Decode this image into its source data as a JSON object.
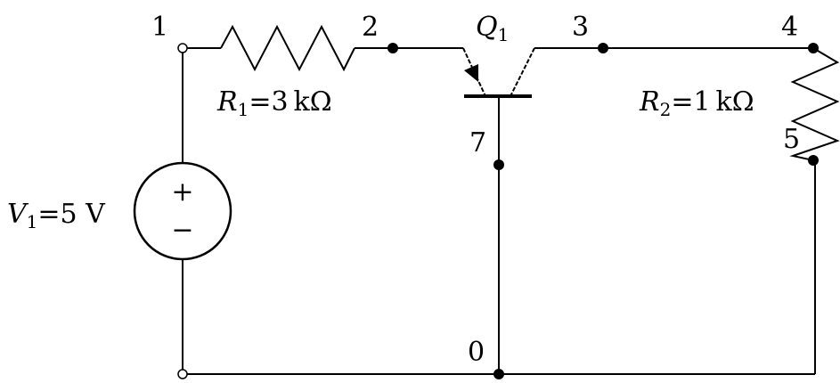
{
  "nodes": {
    "n0": "0",
    "n1": "1",
    "n2": "2",
    "n3": "3",
    "n4": "4",
    "n5": "5",
    "n7": "7"
  },
  "components": {
    "R1": {
      "sym": "R",
      "sub": "1",
      "value": "=3 kΩ"
    },
    "R2": {
      "sym": "R",
      "sub": "2",
      "value": "=1 kΩ"
    },
    "V1": {
      "sym": "V",
      "sub": "1",
      "value": "=5 V",
      "plus": "+",
      "minus": "−"
    },
    "Q1": {
      "sym": "Q",
      "sub": "1"
    }
  }
}
